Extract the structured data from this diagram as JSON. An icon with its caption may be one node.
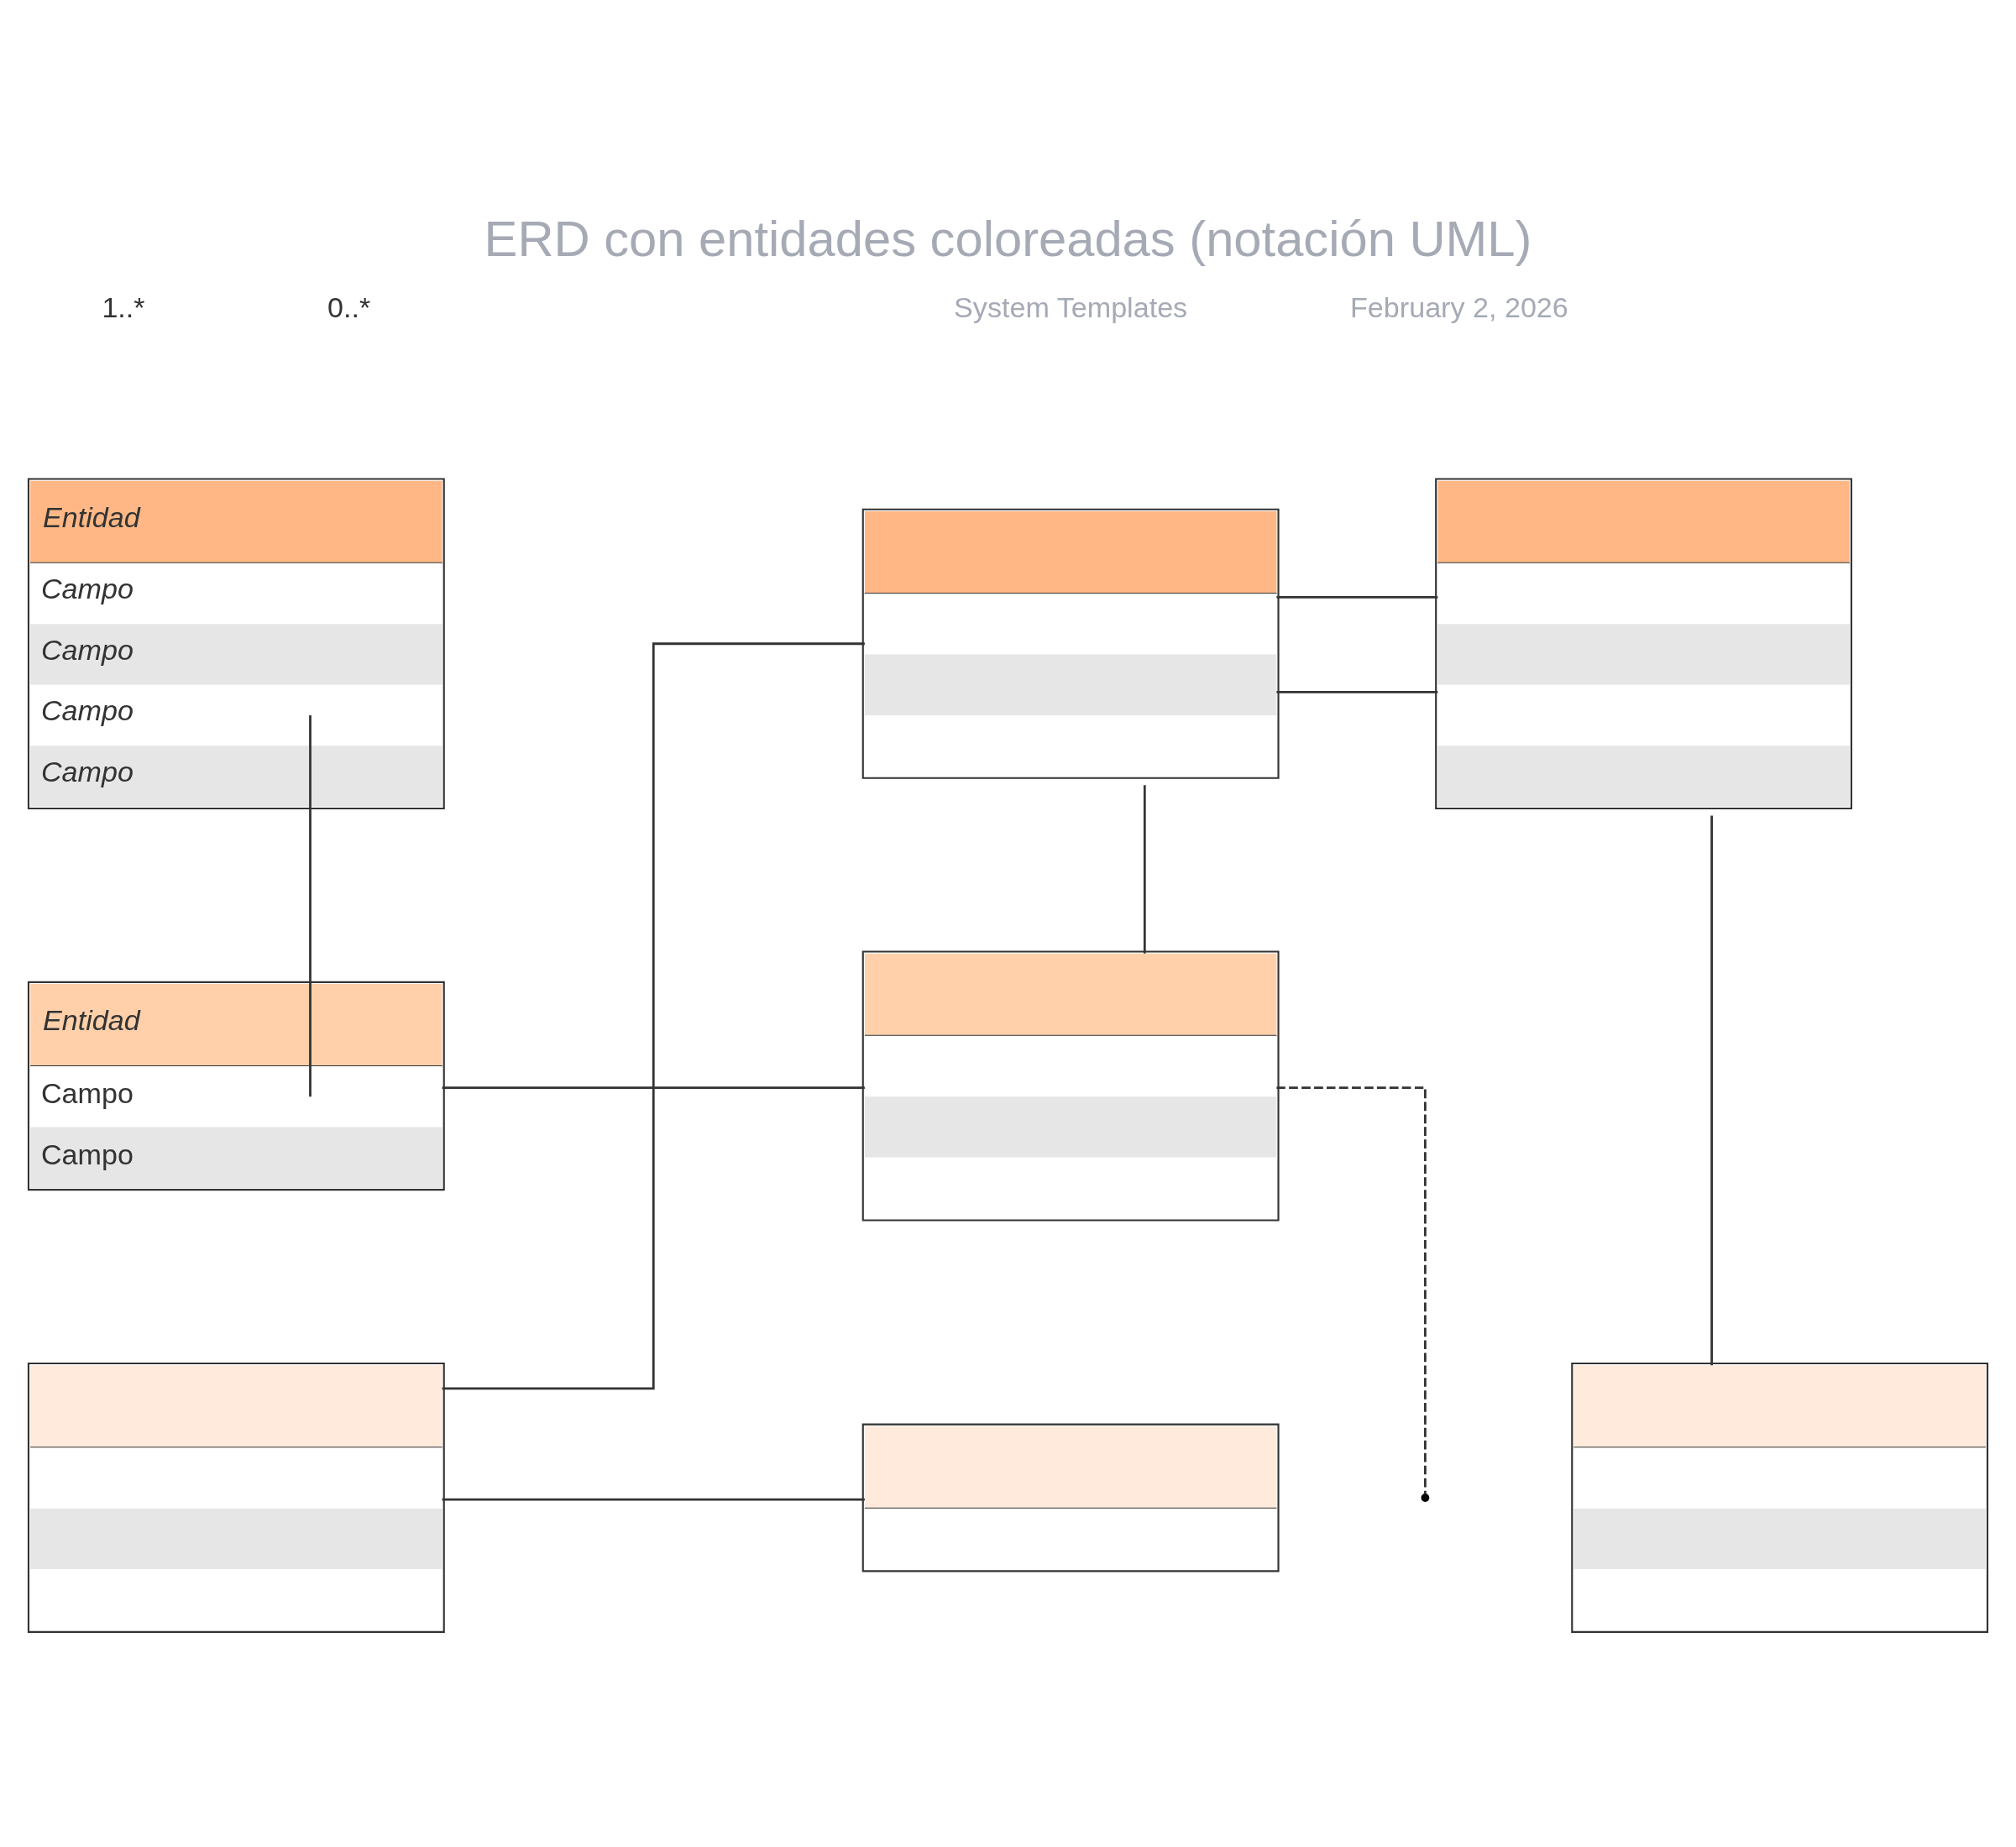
{
  "diagram": {
    "title": "ERD con entidades coloreadas (notación UML)",
    "nodes": [
      {
        "text": [
          "Entidad",
          "Campo",
          "Campo",
          "Campo",
          "Campo"
        ]
      },
      {
        "text": [],
        "shape": "box"
      },
      {
        "text": [],
        "shape": "box"
      },
      {
        "text": [
          "Entidad",
          "Campo",
          "Campo"
        ]
      },
      {
        "text": [],
        "shape": "box"
      },
      {
        "text": [],
        "shape": "box"
      },
      {
        "text": [],
        "shape": "box"
      },
      {
        "text": [],
        "shape": "box"
      }
    ],
    "edges": [
      {
        "from": 0,
        "to": 3,
        "arrow": "none"
      },
      {
        "from": 1,
        "to": 2,
        "arrow": "none"
      },
      {
        "from": 1,
        "to": 2,
        "arrow": "none"
      },
      {
        "from": 1,
        "to": 4,
        "arrow": "none"
      },
      {
        "from": 1,
        "to": 5,
        "arrow": "none"
      },
      {
        "from": 3,
        "to": 4,
        "arrow": "none"
      },
      {
        "from": 5,
        "to": 6,
        "arrow": "none"
      },
      {
        "from": 2,
        "to": 7,
        "arrow": "none"
      },
      {
        "from": 4,
        "to": null,
        "arrow": "none",
        "style": "dashed"
      }
    ],
    "labels": [
      "System Templates",
      "February 2, 2026",
      "1..*",
      "0..*"
    ]
  }
}
